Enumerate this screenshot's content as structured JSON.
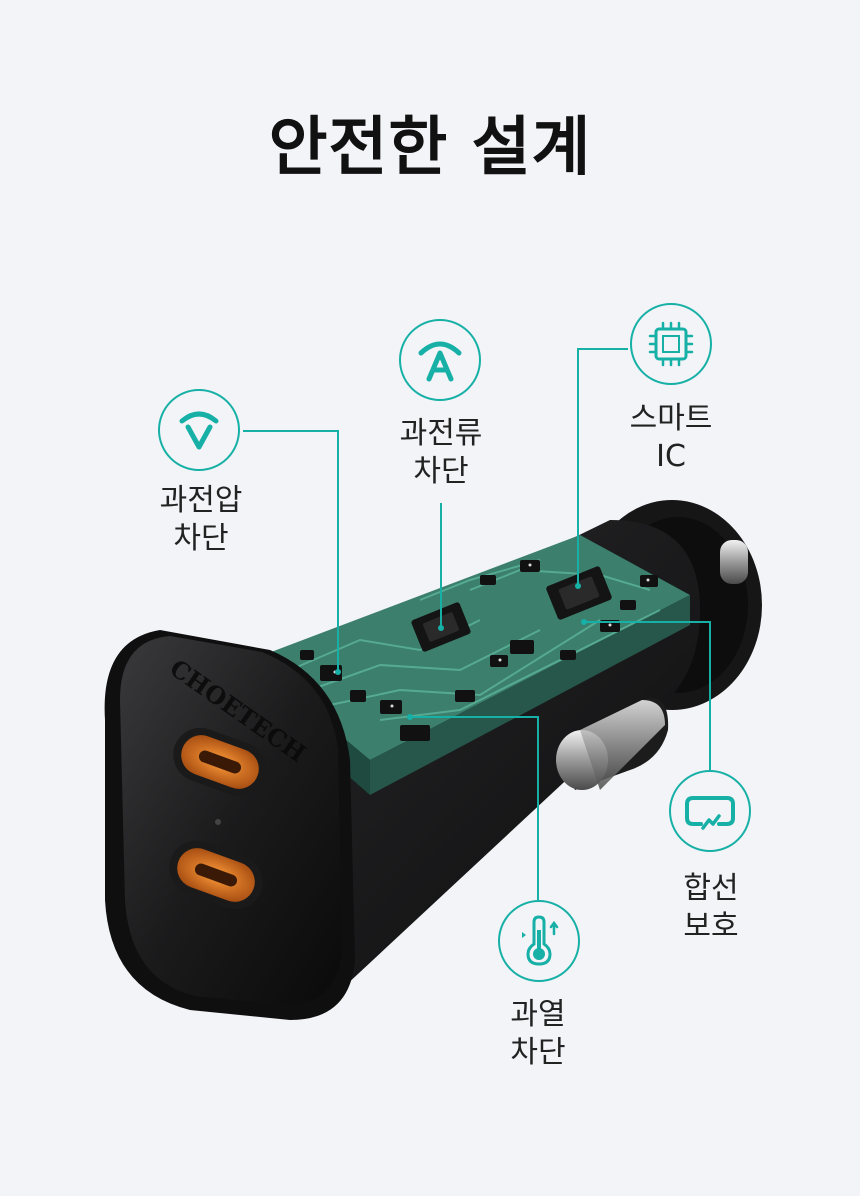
{
  "title": "안전한 설계",
  "brand_text": "CHOETECH",
  "accent_color": "#17b0a6",
  "features": [
    {
      "id": "overvoltage",
      "icon": "voltage-v-icon",
      "line1": "과전압",
      "line2": "차단"
    },
    {
      "id": "overcurrent",
      "icon": "current-a-icon",
      "line1": "과전류",
      "line2": "차단"
    },
    {
      "id": "smart-ic",
      "icon": "chip-icon",
      "line1": "스마트",
      "line2": "IC"
    },
    {
      "id": "short-circuit",
      "icon": "short-circuit-icon",
      "line1": "합선",
      "line2": "보호"
    },
    {
      "id": "overheat",
      "icon": "thermometer-icon",
      "line1": "과열",
      "line2": "차단"
    }
  ]
}
